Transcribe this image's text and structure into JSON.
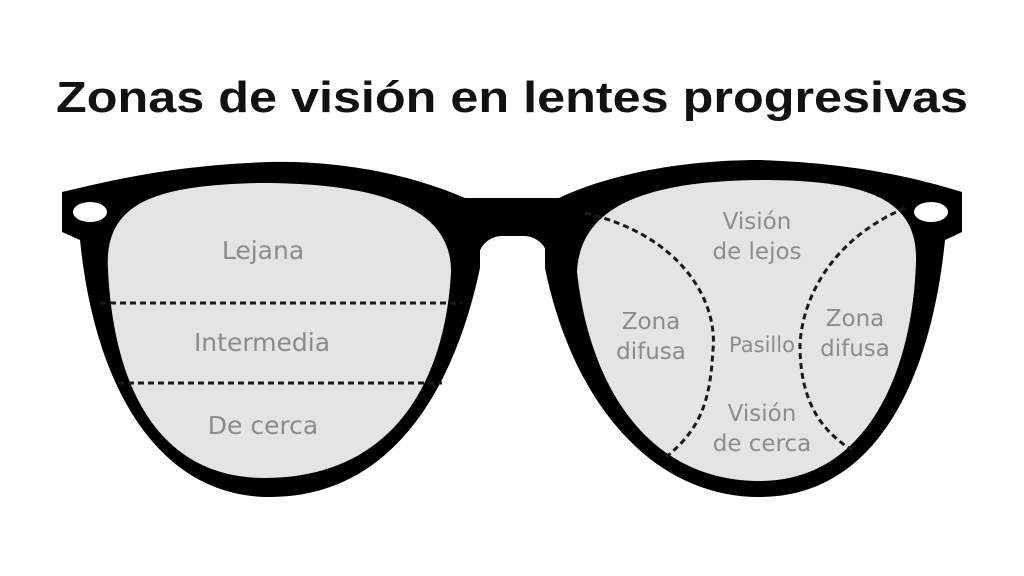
{
  "title": "Zonas de visión en lentes progresivas",
  "colors": {
    "frame": "#000000",
    "lens": "#e4e4e4",
    "label": "#8c8c8c"
  },
  "left_lens": {
    "zones": [
      "Lejana",
      "Intermedia",
      "De cerca"
    ]
  },
  "right_lens": {
    "far": [
      "Visión",
      "de lejos"
    ],
    "blur_left": [
      "Zona",
      "difusa"
    ],
    "corridor": "Pasillo",
    "blur_right": [
      "Zona",
      "difusa"
    ],
    "near": [
      "Visión",
      "de cerca"
    ]
  }
}
